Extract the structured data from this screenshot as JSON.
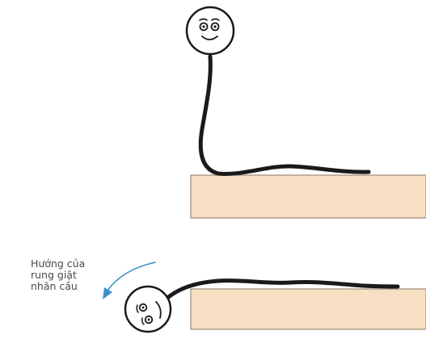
{
  "annotation": {
    "line1": "Hướng của",
    "line2": "rung giật",
    "line3": "nhãn cầu"
  },
  "colors": {
    "board_fill": "#f7dfc4",
    "board_stroke": "#9c8b78",
    "body_stroke": "#1a1a1a",
    "arrow": "#3b8fc9",
    "text": "#4a4a4a"
  }
}
